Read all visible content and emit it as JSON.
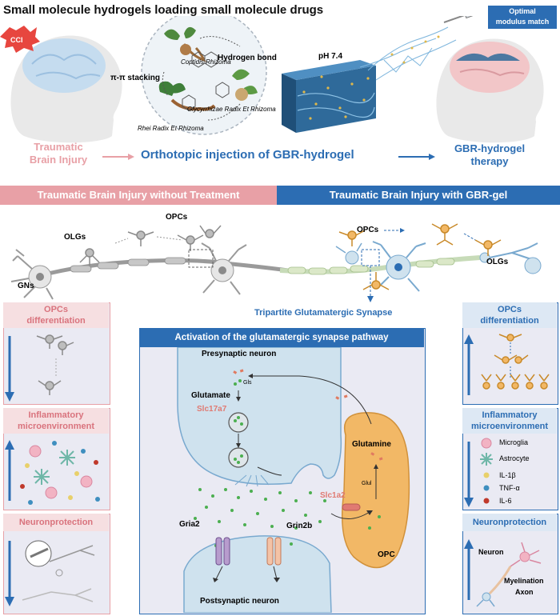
{
  "title": "Small molecule hydrogels loading small molecule drugs",
  "top": {
    "cci_badge": "CCI",
    "left_caption": [
      "Traumatic",
      "Brain Injury"
    ],
    "center_caption": "Orthotopic injection of GBR-hydrogel",
    "right_caption": [
      "GBR-hydrogel",
      "therapy"
    ],
    "herbs": {
      "coptidis": "Coptidis Rhizoma",
      "glycyrrhizae": "Glycyrrhizae Radix Et Rhizoma",
      "rhei": "Rhei Radix Et Rhizoma"
    },
    "interaction_pi": "π-π stacking",
    "interaction_hbond": "Hydrogen bond",
    "ph_label": "pH 7.4",
    "modulus_badge": [
      "Optimal",
      "modulus match"
    ]
  },
  "banners": {
    "left": "Traumatic Brain Injury without Treatment",
    "right": "Traumatic Brain Injury with GBR-gel"
  },
  "neurons": {
    "ogls_left": "OLGs",
    "opcs_left": "OPCs",
    "gns": "GNs",
    "opcs_right": "OPCs",
    "olgs_right": "OLGs",
    "synapse_label": "Tripartite Glutamatergic Synapse"
  },
  "left_panels": {
    "opcs_diff": [
      "OPCs",
      "differentiation"
    ],
    "inflam": [
      "Inflammatory",
      "microenvironment"
    ],
    "neuro": "Neuronprotection"
  },
  "right_panels": {
    "opcs_diff": [
      "OPCs",
      "differentiation"
    ],
    "inflam": [
      "Inflammatory",
      "microenvironment"
    ],
    "legend": [
      "Microglia",
      "Astrocyte",
      "IL-1β",
      "TNF-α",
      "IL-6"
    ],
    "neuro": "Neuronprotection",
    "neuron_label": "Neuron",
    "myelination_label": "Myelination",
    "axon_label": "Axon"
  },
  "center_panel": {
    "title": "Activation of the glutamatergic synapse pathway",
    "presynaptic": "Presynaptic neuron",
    "gls": "Gls",
    "glutamate": "Glutamate",
    "slc17a7": "Slc17a7",
    "glutamine": "Glutamine",
    "glul": "Glul",
    "slc1a2": "Slc1a2",
    "gria2": "Gria2",
    "grin2b": "Grin2b",
    "opc": "OPC",
    "postsynaptic": "Postsynaptic neuron"
  },
  "colors": {
    "pink": "#e8a0a6",
    "pink_light": "#f6dfe1",
    "blue": "#2c6db3",
    "blue_light": "#dde8f4",
    "panel_bg": "#eaeaf3",
    "neuron_blue": "#cfe2ee",
    "opc_orange": "#f2b866",
    "slc_red": "#e07a72",
    "green_dot": "#4caf50"
  }
}
